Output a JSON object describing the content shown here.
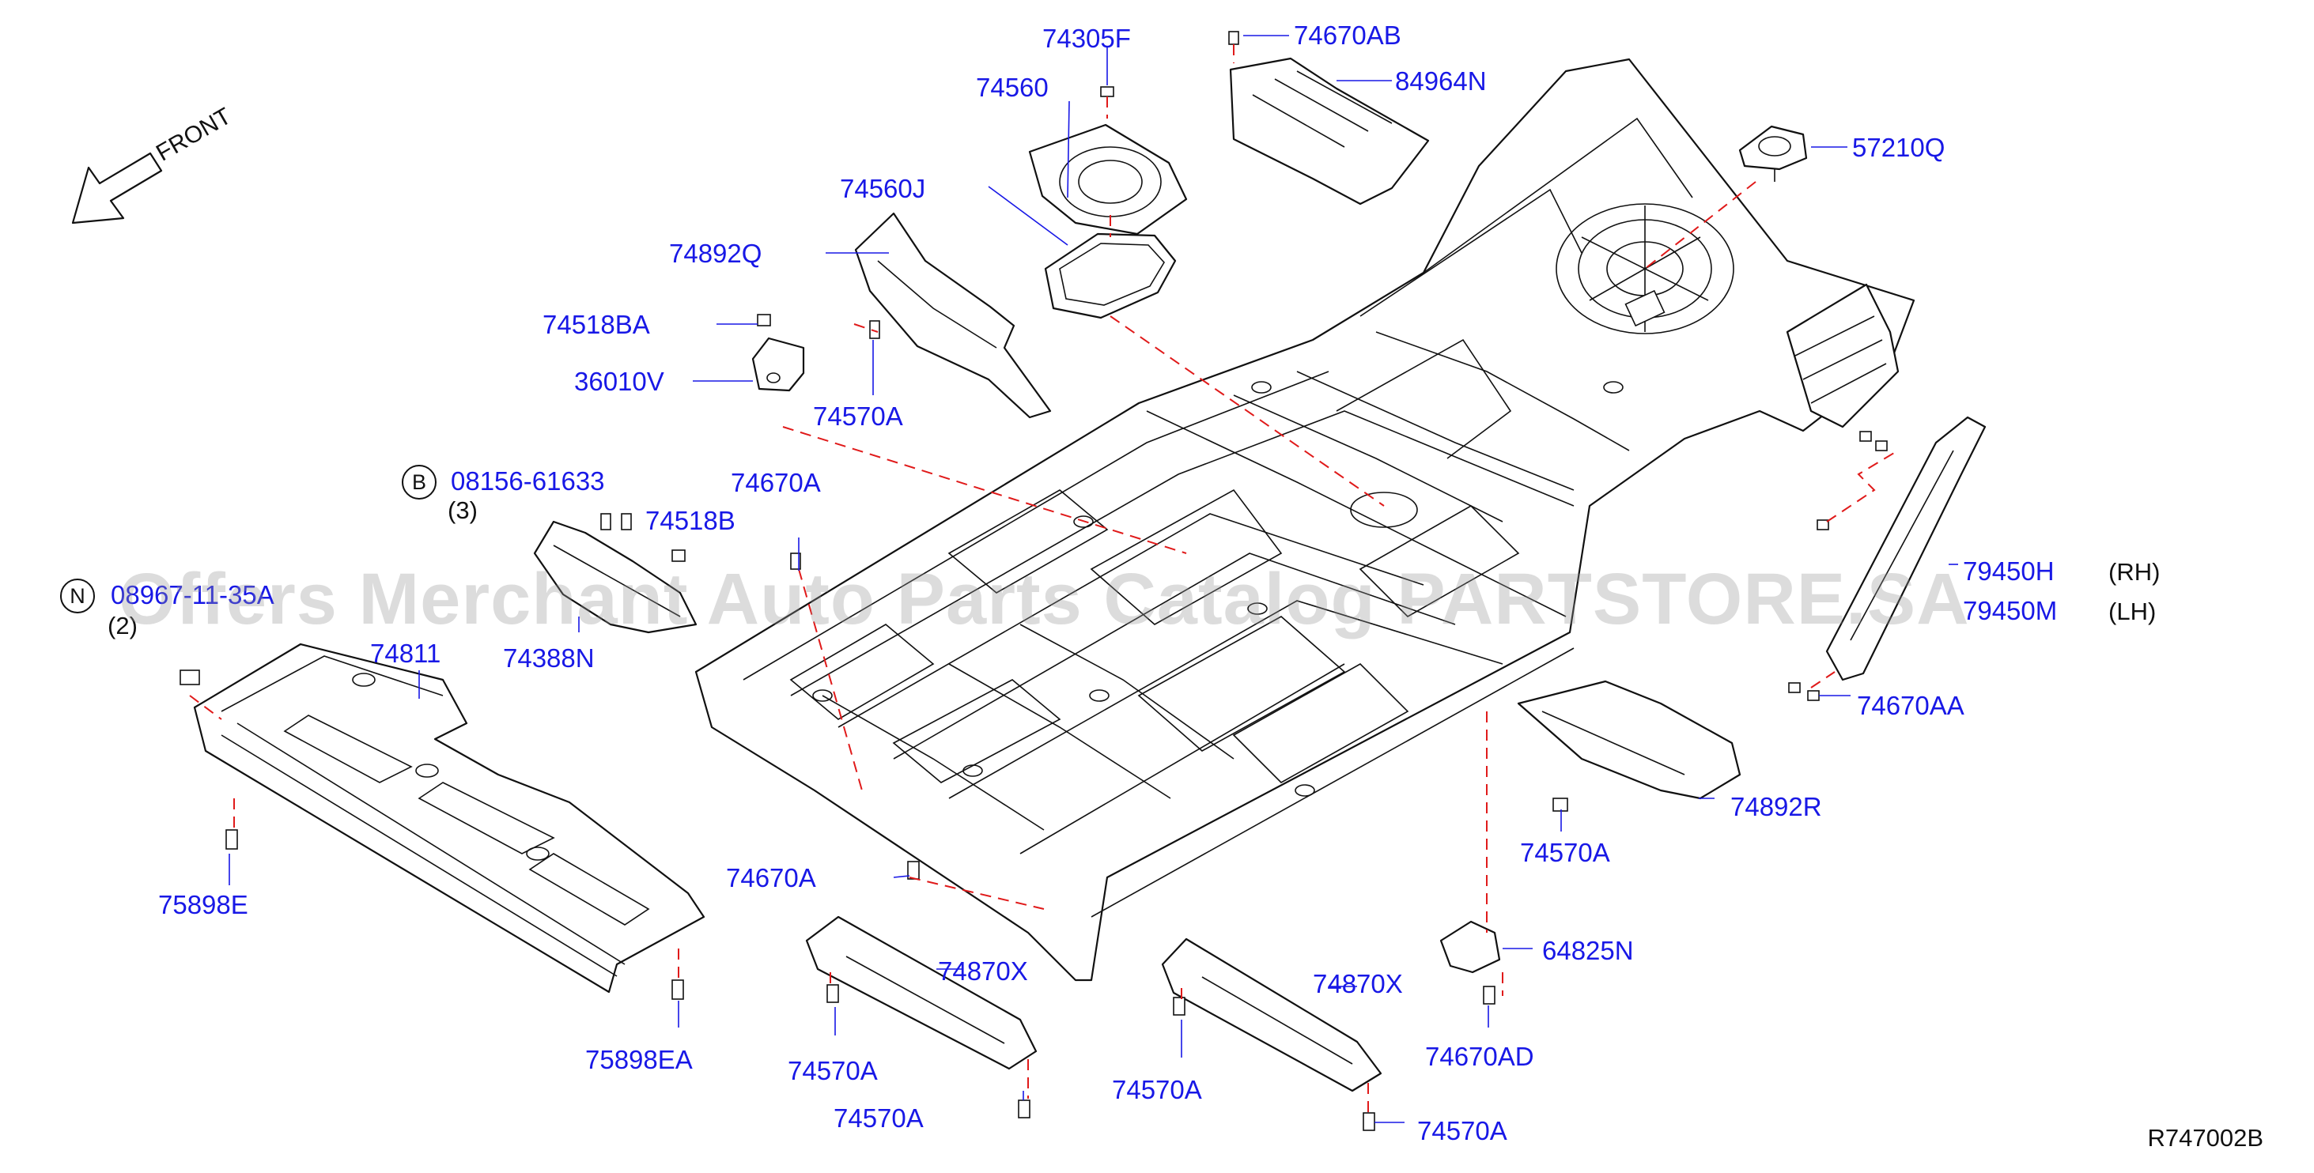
{
  "orientation": {
    "front_label": "FRONT"
  },
  "parts": {
    "p74305F": "74305F",
    "p74670AB": "74670AB",
    "p74560": "74560",
    "p84964N": "84964N",
    "p57210Q": "57210Q",
    "p74560J": "74560J",
    "p74892Q": "74892Q",
    "p74518BA": "74518BA",
    "p36010V": "36010V",
    "p74570A_1": "74570A",
    "p08156": "08156-61633",
    "p08156_qty": "(3)",
    "p08156_marker": "B",
    "p74670A_1": "74670A",
    "p74518B": "74518B",
    "p74388N": "74388N",
    "pN_code": "08967-11-35A",
    "pN_qty": "(2)",
    "pN_marker": "N",
    "p74811": "74811",
    "p79450H": "79450H",
    "p79450H_side": "(RH)",
    "p79450M": "79450M",
    "p79450M_side": "(LH)",
    "p74670AA": "74670AA",
    "p74892R": "74892R",
    "p74570A_2": "74570A",
    "p75898E": "75898E",
    "p74670A_2": "74670A",
    "p74870X_1": "74870X",
    "p74870X_2": "74870X",
    "p64825N": "64825N",
    "p75898EA": "75898EA",
    "p74570A_3": "74570A",
    "p74570A_4": "74570A",
    "p74570A_5": "74570A",
    "p74670AD": "74670AD",
    "p74570A_6": "74570A"
  },
  "watermark": "Offers Merchant Auto Parts Catalog PARTSTORE.SA",
  "drawing_code": "R747002B",
  "colors": {
    "part_label": "#1818e6",
    "leader_dashed": "#e01a1a",
    "line_art": "#111111"
  }
}
